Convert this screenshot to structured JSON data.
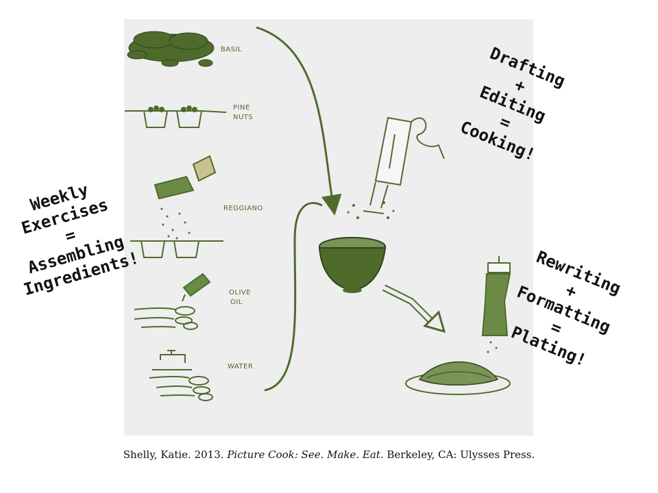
{
  "ingredients": {
    "basil": "BASIL",
    "pine1": "PINE",
    "pine2": "NUTS",
    "reggiano": "REGGIANO",
    "olive1": "OLIVE",
    "olive2": "OIL",
    "water": "WATER"
  },
  "slogans": {
    "assembling": [
      "Weekly",
      "Exercises",
      "=",
      "Assembling",
      "Ingredients!"
    ],
    "cooking": [
      "Drafting",
      "+",
      "Editing",
      "=",
      "Cooking!"
    ],
    "plating": [
      "Rewriting",
      "+",
      "Formatting",
      "=",
      "Plating!"
    ]
  },
  "citation": {
    "authors": "Shelly, Katie. 2013. ",
    "title": "Picture Cook: See. Make. Eat.",
    "publisher": " Berkeley, CA: Ulysses Press."
  },
  "colors": {
    "ink": "#4e6b2c",
    "panel": "#eeeeee",
    "text": "#111111"
  }
}
